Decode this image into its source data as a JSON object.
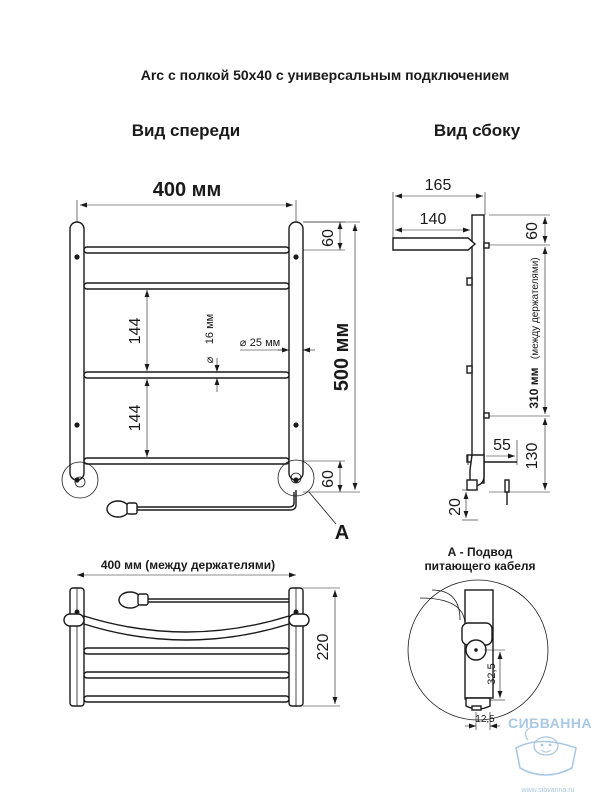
{
  "title": "Arc с полкой 50x40 с универсальным подключением",
  "front_view": {
    "heading": "Вид спереди",
    "width": "400 мм",
    "height": "500 мм",
    "top_offset": "60",
    "bottom_offset": "60",
    "spacing_upper": "144",
    "spacing_lower": "144",
    "tube_diameter": "16 мм",
    "post_diameter": "25 мм",
    "diameter_symbol": "⌀",
    "callout_label": "А"
  },
  "side_view": {
    "heading": "Вид сбоку",
    "depth_total": "165",
    "depth_shelf": "140",
    "top_offset": "60",
    "holder_spacing": "310 мм",
    "holder_spacing_note": "(между держателями)",
    "lower_height": "130",
    "offset_55": "55",
    "bottom_20": "20"
  },
  "top_view": {
    "width_label": "400 мм (между держателями)",
    "depth": "220"
  },
  "detail_a": {
    "title_line1": "А - Подвод",
    "title_line2": "питающего кабеля",
    "dim_vertical": "32,5",
    "dim_horizontal": "12,5"
  },
  "brand": {
    "name": "СИБВАННА",
    "url": "www.sibvanna.ru",
    "color": "#a9c8e4"
  },
  "colors": {
    "line": "#1a1a1a",
    "background": "#ffffff"
  }
}
